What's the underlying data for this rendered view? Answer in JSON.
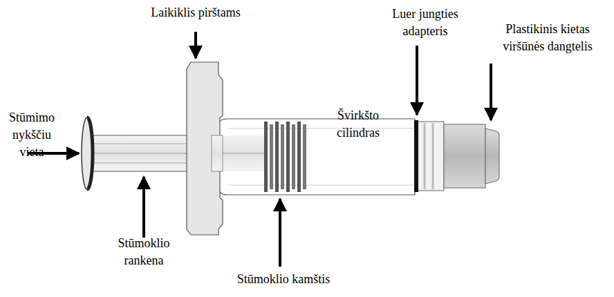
{
  "diagram": {
    "labels": [
      "Laikiklis pirštams",
      "Luer jungties adapteris",
      "Plastikinis kietas viršūnės dangtelis",
      "Stūmimo nykščiu vieta",
      "Švirkšto cilindras",
      "Stūmoklio rankena",
      "Stūmoklio kamštis"
    ]
  }
}
